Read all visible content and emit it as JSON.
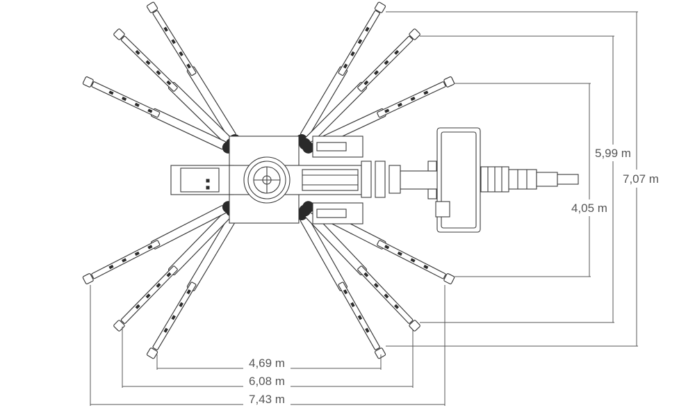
{
  "dimensions": {
    "horizontal": [
      {
        "label": "4,69 m"
      },
      {
        "label": "6,08 m"
      },
      {
        "label": "7,43 m"
      }
    ],
    "vertical": [
      {
        "label": "4,05 m"
      },
      {
        "label": "5,99 m"
      },
      {
        "label": "7,07 m"
      }
    ]
  },
  "colors": {
    "line": "#555555",
    "machine": "#3a3a3a"
  }
}
